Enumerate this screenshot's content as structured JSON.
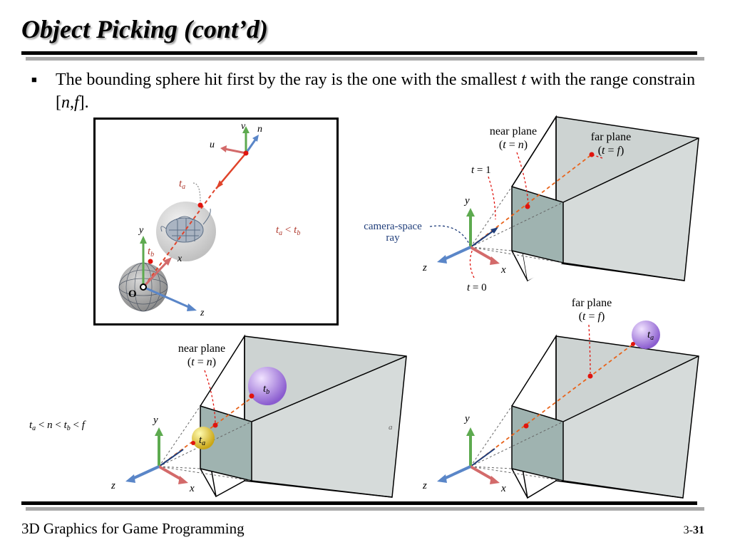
{
  "slide": {
    "title": "Object Picking (cont’d)",
    "bullet": {
      "text_before_t": "The bounding sphere hit first by the ray is the one with the smallest ",
      "t": "t",
      "text_after_t": " with the range constrain [",
      "n": "n",
      "comma": ",",
      "f": "f",
      "close": "]."
    }
  },
  "figure_sphere": {
    "axes_top": {
      "u": "u",
      "v": "v",
      "n": "n"
    },
    "axes_origin": {
      "y": "y",
      "x": "x",
      "z": "z",
      "origin": "O"
    },
    "ta": {
      "t": "t",
      "sub": "a"
    },
    "tb": {
      "t": "t",
      "sub": "b"
    },
    "relation": {
      "t1": "t",
      "s1": "a",
      "op": " < ",
      "t2": "t",
      "s2": "b"
    }
  },
  "figure_frustum_top": {
    "near_plane": "near plane",
    "near_eq": {
      "open": "(",
      "t": "t",
      "eq": " = ",
      "v": "n",
      "close": ")"
    },
    "far_plane": "far plane",
    "far_eq": {
      "open": "(",
      "t": "t",
      "eq": " = ",
      "v": "f",
      "close": ")"
    },
    "t_equals_1": {
      "t": "t",
      "rest": " = 1"
    },
    "t_equals_0": {
      "t": "t",
      "rest": " = 0"
    },
    "ray_label_1": "camera-space",
    "ray_label_2": "ray",
    "axes": {
      "y": "y",
      "z": "z",
      "x": "x"
    }
  },
  "figure_frustum_left": {
    "near_plane": "near plane",
    "near_eq": {
      "open": "(",
      "t": "t",
      "eq": " = ",
      "v": "n",
      "close": ")"
    },
    "tb": {
      "t": "t",
      "sub": "b"
    },
    "ta": {
      "t": "t",
      "sub": "a"
    },
    "axes": {
      "y": "y",
      "z": "z",
      "x": "x"
    },
    "relation": {
      "a": "t",
      "as": "a",
      "lt1": " < ",
      "n": "n",
      "lt2": " < ",
      "b": "t",
      "bs": "b",
      "lt3": " < ",
      "f": "f"
    },
    "stray_mark": "a"
  },
  "figure_frustum_right": {
    "far_plane": "far plane",
    "far_eq": {
      "open": "(",
      "t": "t",
      "eq": " = ",
      "v": "f",
      "close": ")"
    },
    "ta": {
      "t": "t",
      "sub": "a"
    },
    "axes": {
      "y": "y",
      "z": "z",
      "x": "x"
    }
  },
  "footer": {
    "course": "3D Graphics for Game Programming",
    "page_prefix": "3-",
    "page_number": "31"
  },
  "colors": {
    "axis_y": "#5daa4f",
    "axis_x": "#d36a6a",
    "axis_z": "#5a86c8",
    "ray": "#e8641c",
    "hit_point": "#e0140e",
    "frustum_far": "#cdd3d2",
    "frustum_near": "#9fb3b0",
    "label_red": "#b03a2e",
    "camera_ray_label": "#1f3d7a"
  }
}
